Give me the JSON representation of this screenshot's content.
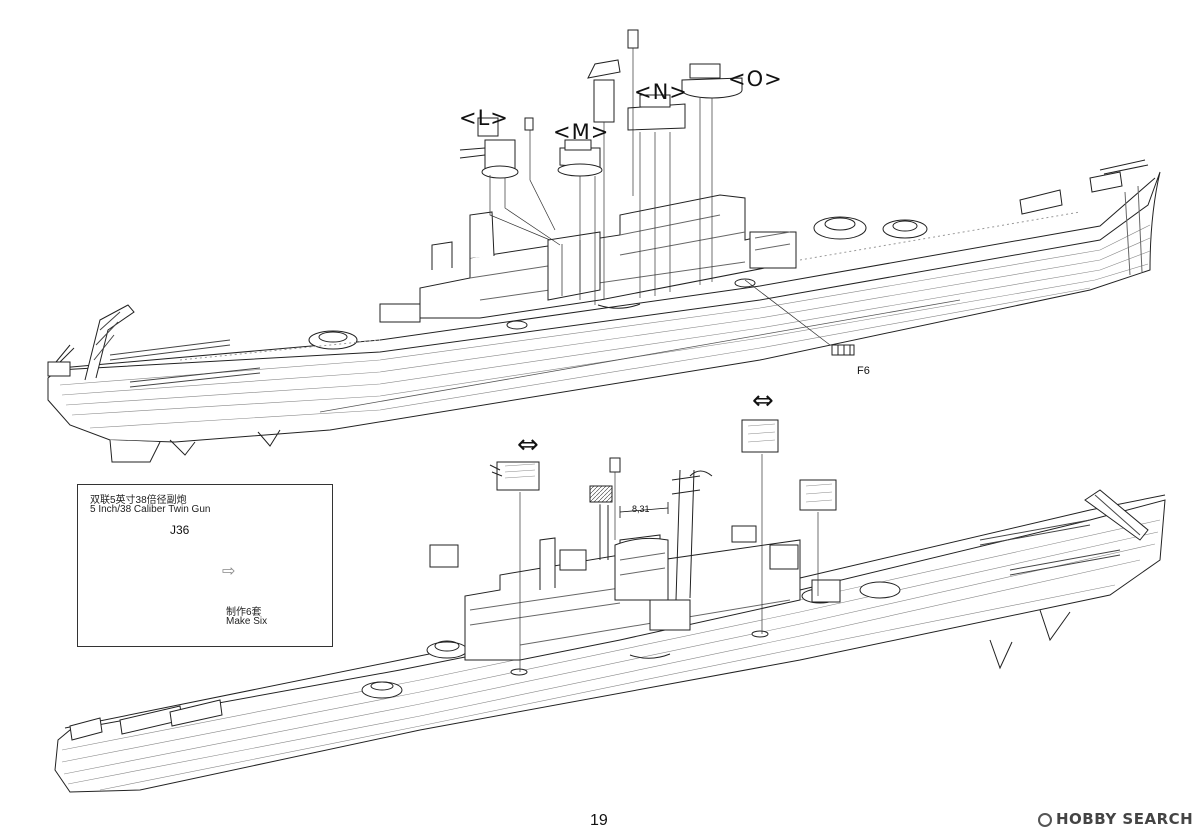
{
  "sub_assemblies": [
    "<L>",
    "<M>",
    "<N>",
    "<O>"
  ],
  "part_callout": "F6",
  "dimension": "8,31",
  "swap_arrow": "⇔",
  "inset": {
    "title_zh": "双联5英寸38倍径副炮",
    "title_en": "5 Inch/38 Caliber Twin Gun",
    "part": "J36",
    "arrow": "⇨",
    "make_zh": "制作6套",
    "make_en": "Make Six"
  },
  "page_number": "19",
  "watermark": "HOBBY SEARCH"
}
